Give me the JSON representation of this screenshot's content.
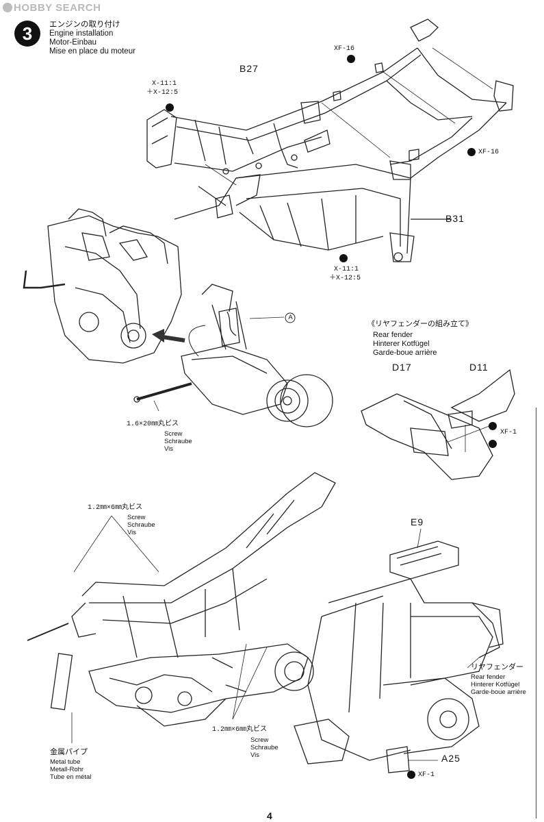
{
  "watermark": {
    "text": "HOBBY SEARCH"
  },
  "step": {
    "number": "3",
    "title_ja": "エンジンの取り付け",
    "title_en": "Engine installation",
    "title_de": "Motor-Einbau",
    "title_fr": "Mise en place du moteur"
  },
  "top_frame": {
    "xf16_a": "XF-16",
    "x11_a": "X-11:1",
    "x12_a": "＋X-12:5",
    "b27": "B27",
    "xf16_b": "XF-16",
    "b31": "B31",
    "x11_b": "X-11:1",
    "x12_b": "＋X-12:5"
  },
  "engine_assembly": {
    "callout_a": "A",
    "screw_spec": "1.6×20㎜丸ビス",
    "screw_en": "Screw",
    "screw_de": "Schraube",
    "screw_fr": "Vis"
  },
  "rear_fender_box": {
    "title_ja": "《リヤフェンダーの組み立て》",
    "title_en": "Rear fender",
    "title_de": "Hinterer Kotfügel",
    "title_fr": "Garde-boue arrière",
    "d17": "D17",
    "d11": "D11",
    "xf1": "XF-1"
  },
  "bottom_left": {
    "screw_top_spec": "1.2㎜×6㎜丸ビス",
    "screw_top_en": "Screw",
    "screw_top_de": "Schraube",
    "screw_top_fr": "Vis",
    "tube_ja": "金属パイプ",
    "tube_en": "Metal tube",
    "tube_de": "Metall-Rohr",
    "tube_fr": "Tube en métal",
    "screw_bottom_spec": "1.2㎜×6㎜丸ビス",
    "screw_bottom_en": "Screw",
    "screw_bottom_de": "Schraube",
    "screw_bottom_fr": "Vis"
  },
  "bottom_right": {
    "e9": "E9",
    "fender_ja": "リヤフェンダー",
    "fender_en": "Rear fender",
    "fender_de": "Hinterer Kotfügel",
    "fender_fr": "Garde-boue arrière",
    "a25": "A25",
    "xf1": "XF-1"
  },
  "page": {
    "number": "4"
  }
}
